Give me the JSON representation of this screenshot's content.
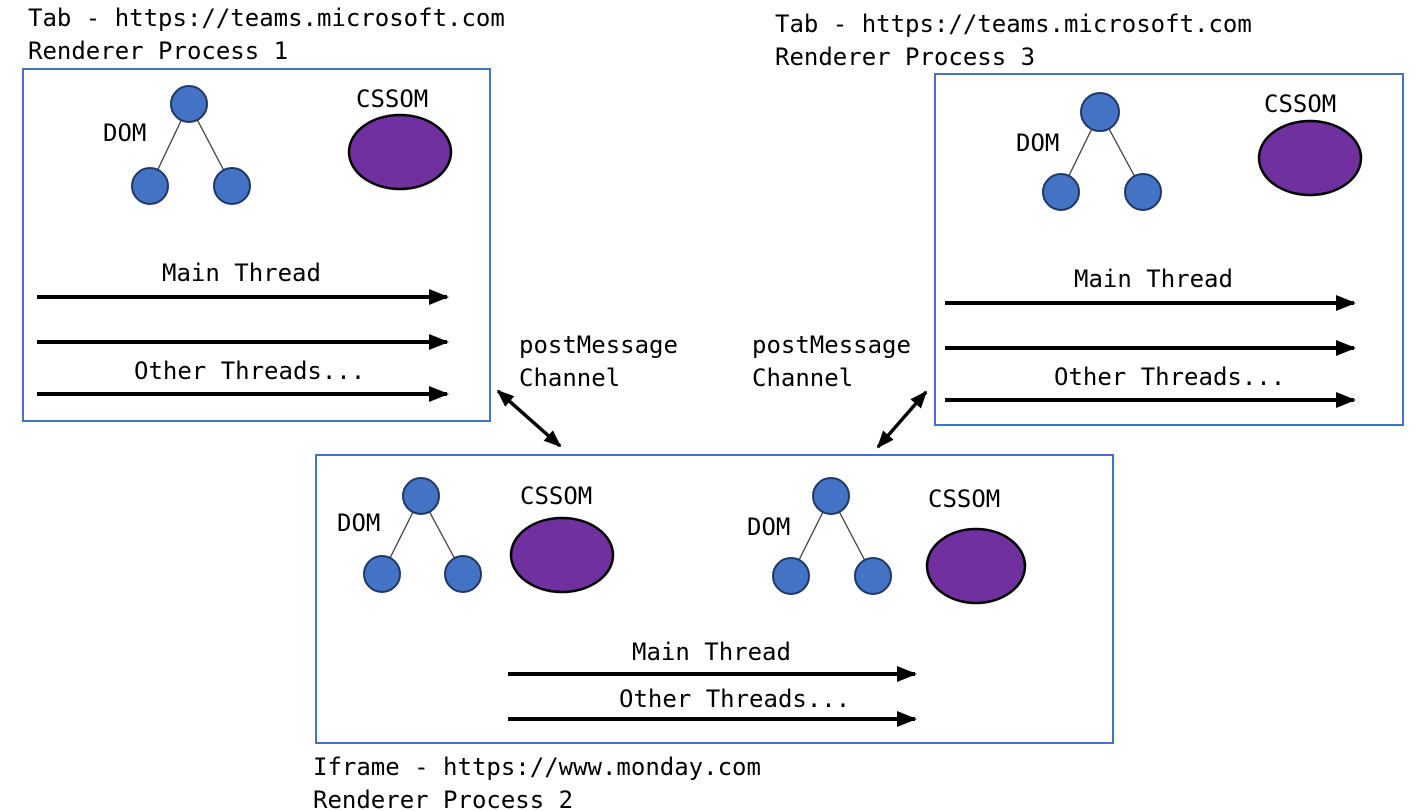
{
  "colors": {
    "background": "#ffffff",
    "text": "#000000",
    "box_border": "#4472C4",
    "node_fill": "#4472C4",
    "node_stroke": "#1f3864",
    "tree_line": "#404040",
    "cssom_fill": "#7030A0",
    "cssom_stroke": "#000000",
    "arrow": "#000000"
  },
  "labels": {
    "dom": "DOM",
    "cssom": "CSSOM",
    "main_thread": "Main Thread",
    "other_threads": "Other Threads...",
    "post_message": "postMessage",
    "channel": "Channel"
  },
  "processes": {
    "tab1": {
      "source": "Tab - https://teams.microsoft.com",
      "process": "Renderer Process 1"
    },
    "tab3": {
      "source": "Tab - https://teams.microsoft.com",
      "process": "Renderer Process 3"
    },
    "iframe2": {
      "source": "Iframe - https://www.monday.com",
      "process": "Renderer Process 2"
    }
  }
}
